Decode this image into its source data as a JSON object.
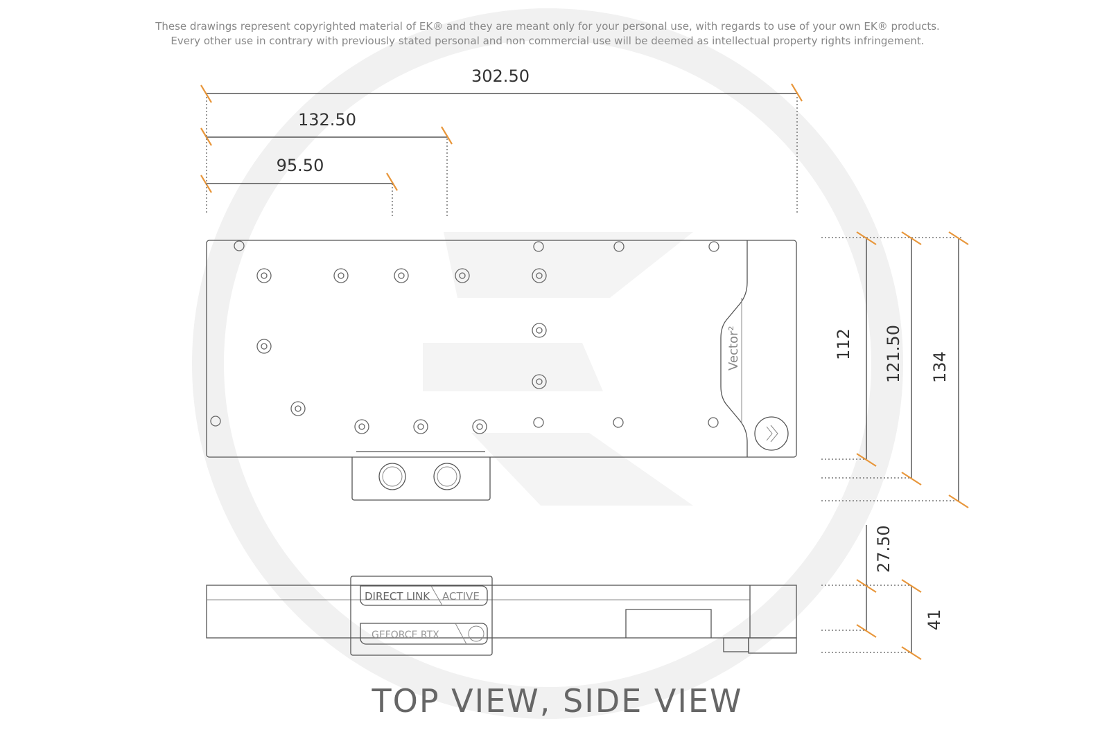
{
  "disclaimer": {
    "line1": "These drawings represent copyrighted material of EK® and they are meant only for your personal use, with regards to use of  your own EK® products.",
    "line2": "Every other use in contrary with previously stated personal and non commercial use will be deemed as intellectual property rights infringement."
  },
  "dimensions": {
    "overall_length": "302.50",
    "port_offset_2": "132.50",
    "port_offset_1": "95.50",
    "height_112": "112",
    "height_121": "121.50",
    "height_134": "134",
    "thickness_27": "27.50",
    "thickness_41": "41"
  },
  "labels": {
    "vector": "Vector²",
    "direct_link": "DIRECT LINK",
    "active": "ACTIVE",
    "geforce": "GEFORCE RTX",
    "view_title": "TOP VIEW, SIDE VIEW"
  },
  "colors": {
    "tick": "#e8963a",
    "watermark": "#f1f1f1"
  }
}
